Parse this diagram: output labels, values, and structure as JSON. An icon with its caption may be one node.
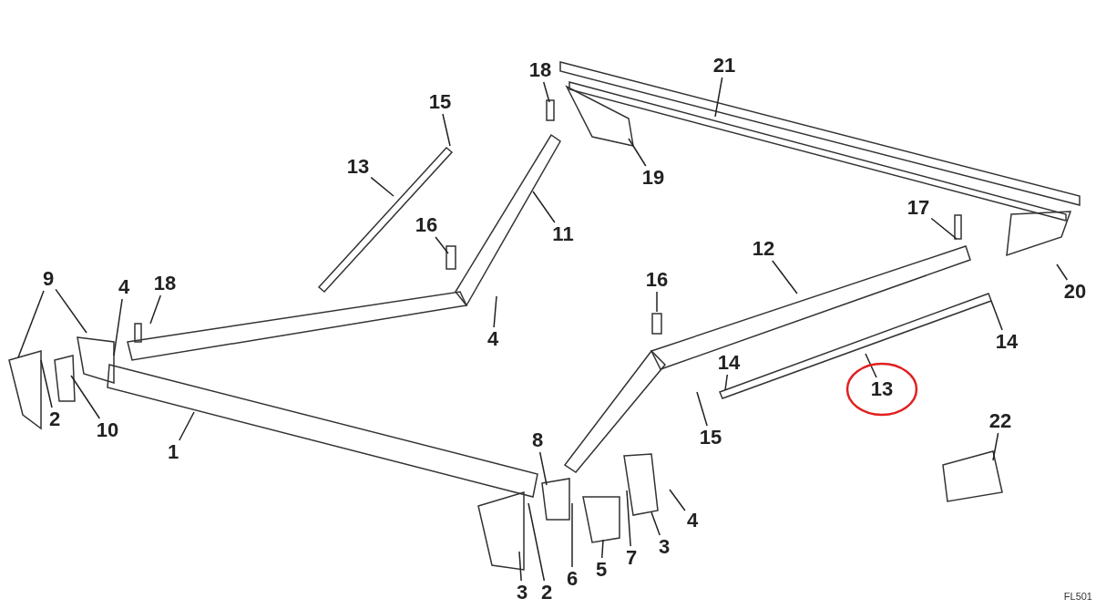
{
  "diagram": {
    "nodes": [
      {
        "text": [
          "21"
        ]
      },
      {
        "text": [
          "18"
        ]
      },
      {
        "text": [
          "19"
        ]
      },
      {
        "text": [
          "15"
        ]
      },
      {
        "text": [
          "13"
        ]
      },
      {
        "text": [
          "11"
        ]
      },
      {
        "text": [
          "16"
        ]
      },
      {
        "text": [
          "17"
        ]
      },
      {
        "text": [
          "12"
        ]
      },
      {
        "text": [
          "20"
        ]
      },
      {
        "text": [
          "16"
        ]
      },
      {
        "text": [
          "4"
        ]
      },
      {
        "text": [
          "18"
        ]
      },
      {
        "text": [
          "9"
        ]
      },
      {
        "text": [
          "4"
        ]
      },
      {
        "text": [
          "14"
        ]
      },
      {
        "text": [
          "14"
        ]
      },
      {
        "text": [
          "13"
        ]
      },
      {
        "text": [
          "15"
        ]
      },
      {
        "text": [
          "2"
        ]
      },
      {
        "text": [
          "10"
        ]
      },
      {
        "text": [
          "1"
        ]
      },
      {
        "text": [
          "22"
        ]
      },
      {
        "text": [
          "8"
        ]
      },
      {
        "text": [
          "3"
        ]
      },
      {
        "text": [
          "4"
        ]
      },
      {
        "text": [
          "5"
        ]
      },
      {
        "text": [
          "6"
        ]
      },
      {
        "text": [
          "7"
        ]
      },
      {
        "text": [
          "3"
        ]
      },
      {
        "text": [
          "2"
        ]
      }
    ],
    "edges": [
      {
        "from": 0,
        "to": null,
        "arrow": "none"
      },
      {
        "from": 1,
        "to": null,
        "arrow": "none"
      },
      {
        "from": 2,
        "to": null,
        "arrow": "none"
      },
      {
        "from": 3,
        "to": null,
        "arrow": "none"
      },
      {
        "from": 4,
        "to": null,
        "arrow": "none"
      },
      {
        "from": 5,
        "to": null,
        "arrow": "none"
      },
      {
        "from": 6,
        "to": null,
        "arrow": "none"
      },
      {
        "from": 7,
        "to": null,
        "arrow": "none"
      },
      {
        "from": 8,
        "to": null,
        "arrow": "none"
      },
      {
        "from": 9,
        "to": null,
        "arrow": "none"
      },
      {
        "from": 10,
        "to": null,
        "arrow": "none"
      },
      {
        "from": 11,
        "to": null,
        "arrow": "none"
      },
      {
        "from": 12,
        "to": null,
        "arrow": "none"
      },
      {
        "from": 13,
        "to": null,
        "arrow": "none"
      },
      {
        "from": 13,
        "to": null,
        "arrow": "none"
      },
      {
        "from": 14,
        "to": null,
        "arrow": "none"
      },
      {
        "from": 15,
        "to": null,
        "arrow": "none"
      },
      {
        "from": 16,
        "to": null,
        "arrow": "none"
      },
      {
        "from": 17,
        "to": null,
        "arrow": "none"
      },
      {
        "from": 18,
        "to": null,
        "arrow": "none"
      },
      {
        "from": 19,
        "to": null,
        "arrow": "none"
      },
      {
        "from": 20,
        "to": null,
        "arrow": "none"
      },
      {
        "from": 21,
        "to": null,
        "arrow": "none"
      },
      {
        "from": 22,
        "to": null,
        "arrow": "none"
      },
      {
        "from": 23,
        "to": null,
        "arrow": "none"
      },
      {
        "from": 24,
        "to": null,
        "arrow": "none"
      },
      {
        "from": 25,
        "to": null,
        "arrow": "none"
      },
      {
        "from": 26,
        "to": null,
        "arrow": "none"
      },
      {
        "from": 27,
        "to": null,
        "arrow": "none"
      },
      {
        "from": 28,
        "to": null,
        "arrow": "none"
      },
      {
        "from": 29,
        "to": null,
        "arrow": "none"
      },
      {
        "from": 30,
        "to": null,
        "arrow": "none"
      }
    ],
    "labels": [
      "FL501"
    ]
  }
}
